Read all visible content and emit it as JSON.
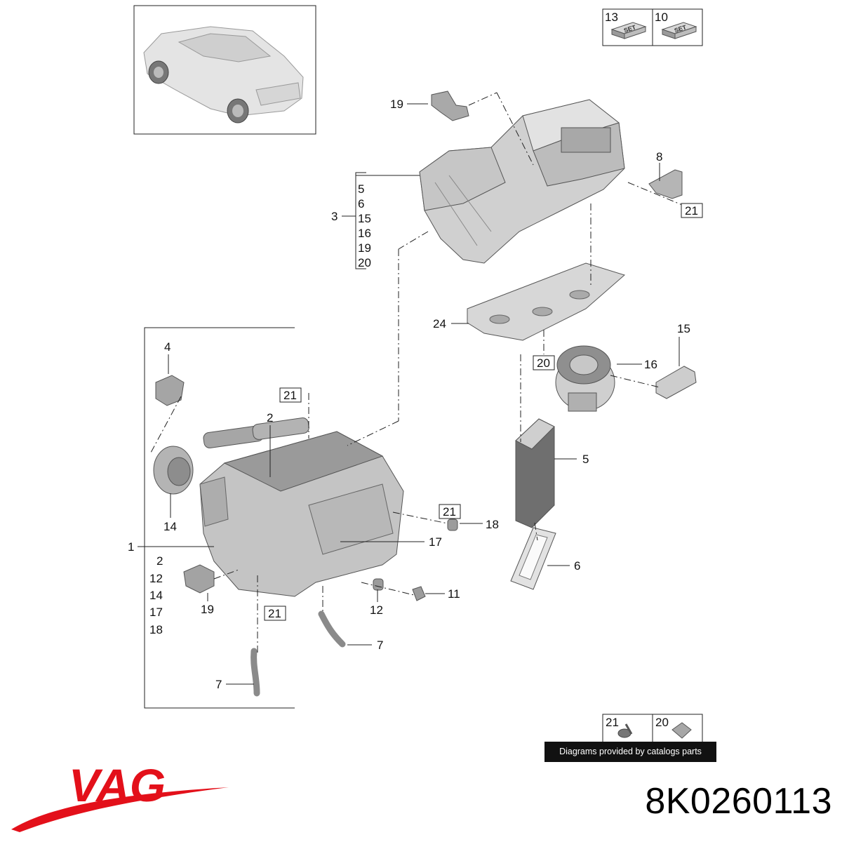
{
  "brand": {
    "name": "VAG",
    "color": "#e3101a"
  },
  "part_number": "8K0260113",
  "watermark": "Diagrams provided by catalogs parts",
  "set_boxes": [
    {
      "number": "13",
      "badge": "SET"
    },
    {
      "number": "10",
      "badge": "SET"
    }
  ],
  "hardware_boxes": [
    {
      "number": "21"
    },
    {
      "number": "20"
    }
  ],
  "callouts": {
    "c19_top": "19",
    "c8": "8",
    "c21_r": "21",
    "c3": "3",
    "c24": "24",
    "c15": "15",
    "c20": "20",
    "c16": "16",
    "c4": "4",
    "c21_mid": "21",
    "c2": "2",
    "c5": "5",
    "c14": "14",
    "c21_box": "21",
    "c18": "18",
    "c1": "1",
    "c17": "17",
    "c6": "6",
    "c11": "11",
    "c19_low": "19",
    "c12": "12",
    "c21_low": "21",
    "c7_r": "7",
    "c7_l": "7"
  },
  "group_3_list": [
    "5",
    "6",
    "15",
    "16",
    "19",
    "20"
  ],
  "group_1_list": [
    "2",
    "12",
    "14",
    "17",
    "18"
  ]
}
